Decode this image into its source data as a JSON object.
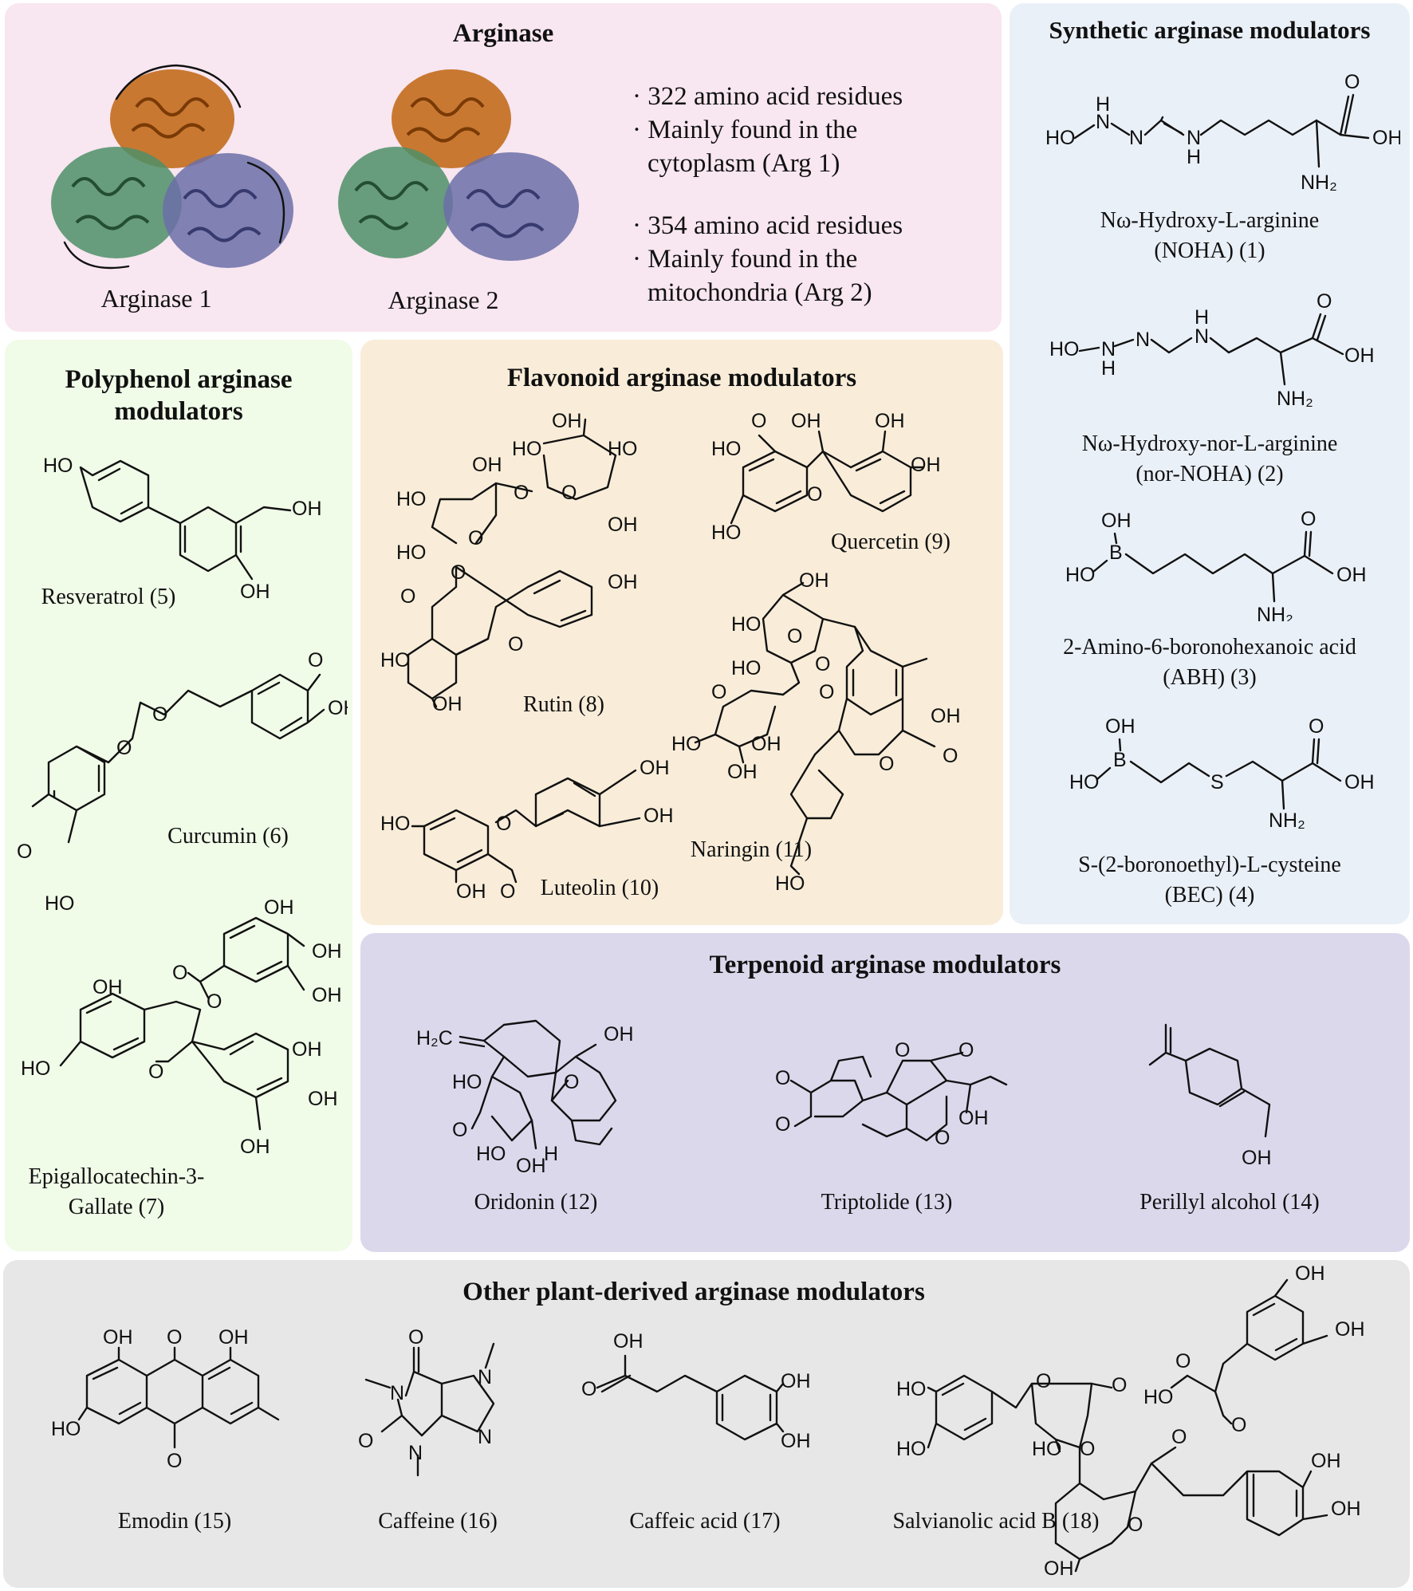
{
  "arginase": {
    "title": "Arginase",
    "isoforms": [
      {
        "label": "Arginase 1",
        "facts": [
          "· 322 amino acid residues",
          "· Mainly found in the",
          "cytoplasm (Arg 1)"
        ]
      },
      {
        "label": "Arginase 2",
        "facts": [
          "· 354 amino acid residues",
          "· Mainly found in the",
          "mitochondria (Arg 2)"
        ]
      }
    ]
  },
  "synthetic": {
    "title": "Synthetic arginase modulators",
    "compounds": [
      {
        "name": "Nω-Hydroxy-L-arginine",
        "id": "(NOHA) (1)"
      },
      {
        "name": "Nω-Hydroxy-nor-L-arginine",
        "id": "(nor-NOHA) (2)"
      },
      {
        "name": "2-Amino-6-boronohexanoic acid",
        "id": "(ABH) (3)"
      },
      {
        "name": "S-(2-boronoethyl)-L-cysteine",
        "id": "(BEC) (4)"
      }
    ]
  },
  "polyphenol": {
    "title_line1": "Polyphenol arginase",
    "title_line2": "modulators",
    "compounds": [
      {
        "name": "Resveratrol (5)"
      },
      {
        "name": "Curcumin (6)"
      },
      {
        "name": "Epigallocatechin-3-",
        "name2": "Gallate (7)"
      }
    ]
  },
  "flavonoid": {
    "title": "Flavonoid arginase modulators",
    "compounds": [
      {
        "name": "Rutin (8)"
      },
      {
        "name": "Quercetin (9)"
      },
      {
        "name": "Luteolin (10)"
      },
      {
        "name": "Naringin (11)"
      }
    ]
  },
  "terpenoid": {
    "title": "Terpenoid arginase modulators",
    "compounds": [
      {
        "name": "Oridonin (12)"
      },
      {
        "name": "Triptolide (13)"
      },
      {
        "name": "Perillyl alcohol (14)"
      }
    ]
  },
  "other": {
    "title": "Other plant-derived arginase modulators",
    "compounds": [
      {
        "name": "Emodin (15)"
      },
      {
        "name": "Caffeine (16)"
      },
      {
        "name": "Caffeic acid (17)"
      },
      {
        "name": "Salvianolic acid B (18)"
      }
    ]
  },
  "atoms": {
    "HO": "HO",
    "OH": "OH",
    "O": "O",
    "H": "H",
    "N": "N",
    "NH2": "NH₂",
    "B": "B",
    "S": "S",
    "H2C": "H₂C"
  },
  "colors": {
    "arginase_bg": "#f8e6f0",
    "synthetic_bg": "#eaf0f8",
    "polyphenol_bg": "#f0fbe8",
    "flavonoid_bg": "#f9edd9",
    "terpenoid_bg": "#dcd8ec",
    "other_bg": "#e7e7e7",
    "protein_orange": "#c0640f",
    "protein_green": "#4e8f67",
    "protein_purple": "#6c6fa8"
  }
}
